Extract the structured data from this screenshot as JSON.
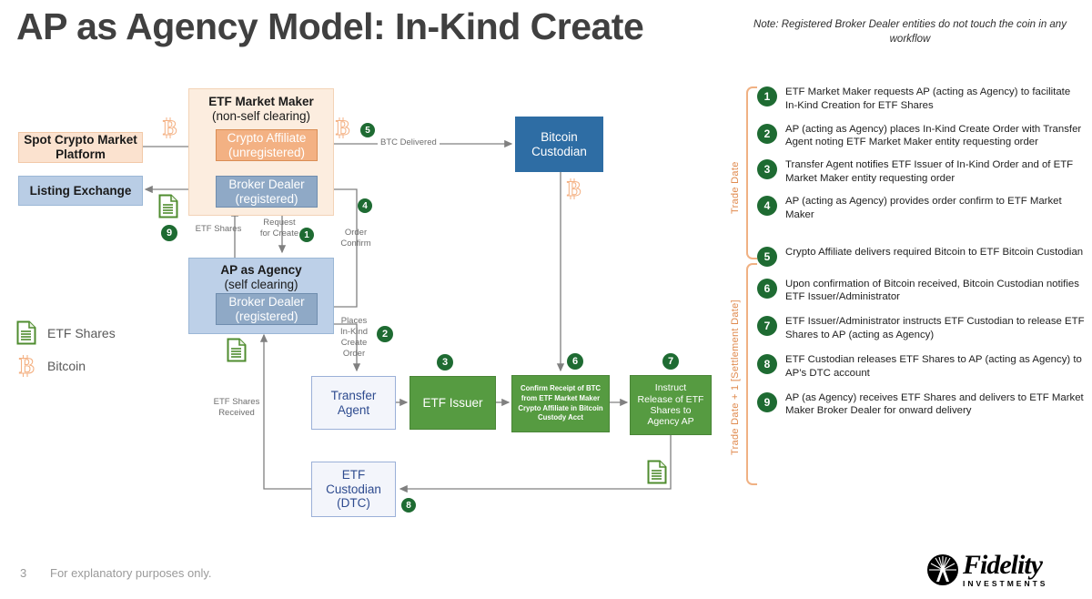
{
  "title": "AP as Agency Model: In-Kind Create",
  "note": "Note: Registered Broker Dealer entities do not touch the coin in any workflow",
  "footer": {
    "page_number": "3",
    "text": "For explanatory purposes only."
  },
  "brand": {
    "name": "Fidelity",
    "tagline": "INVESTMENTS"
  },
  "colors": {
    "green_step": "#1e6b32",
    "green_box": "#569b41",
    "dark_blue": "#2e6da4",
    "peach": "#fbe2cf",
    "blue": "#b9cde5",
    "orange_bracket": "#f0b183",
    "bitcoin_icon": "#f4b183",
    "shares_icon": "#4f8c2f"
  },
  "diagram": {
    "boxes": {
      "spot_crypto": "Spot Crypto Market Platform",
      "listing_exchange": "Listing Exchange",
      "mm_title": "ETF Market Maker",
      "mm_sub": "(non-self clearing)",
      "mm_affiliate_l1": "Crypto Affiliate",
      "mm_affiliate_l2": "(unregistered)",
      "mm_bd_l1": "Broker Dealer",
      "mm_bd_l2": "(registered)",
      "ap_title": "AP as Agency",
      "ap_sub": "(self clearing)",
      "ap_bd_l1": "Broker Dealer",
      "ap_bd_l2": "(registered)",
      "bitcoin_custodian_l1": "Bitcoin",
      "bitcoin_custodian_l2": "Custodian",
      "transfer_agent_l1": "Transfer",
      "transfer_agent_l2": "Agent",
      "etf_issuer": "ETF Issuer",
      "confirm_receipt": "Confirm Receipt of BTC from ETF Market Maker Crypto Affiliate in Bitcoin Custody Acct",
      "instruct_release_l1": "Instruct",
      "instruct_release_l2": "Release of ETF",
      "instruct_release_l3": "Shares to",
      "instruct_release_l4": "Agency AP",
      "etf_custodian_l1": "ETF",
      "etf_custodian_l2": "Custodian",
      "etf_custodian_l3": "(DTC)"
    },
    "edge_labels": {
      "btc_delivered": "BTC Delivered",
      "etf_shares": "ETF Shares",
      "request_for_create_l1": "Request",
      "request_for_create_l2": "for Create",
      "order_confirm_l1": "Order",
      "order_confirm_l2": "Confirm",
      "places_l1": "Places",
      "places_l2": "In-Kind",
      "places_l3": "Create",
      "places_l4": "Order",
      "etf_shares_received_l1": "ETF Shares",
      "etf_shares_received_l2": "Received"
    },
    "markers": [
      "1",
      "2",
      "3",
      "4",
      "5",
      "6",
      "7",
      "8",
      "9"
    ],
    "key": {
      "etf_shares": "ETF Shares",
      "bitcoin": "Bitcoin"
    }
  },
  "legend": {
    "groups": [
      {
        "label": "Trade Date",
        "steps": [
          {
            "num": "1",
            "text": "ETF Market Maker requests AP (acting as Agency) to facilitate In-Kind Creation for ETF Shares"
          },
          {
            "num": "2",
            "text": "AP (acting as Agency) places In-Kind Create Order with Transfer Agent noting ETF Market Maker entity requesting order"
          },
          {
            "num": "3",
            "text": "Transfer Agent notifies ETF Issuer of In-Kind Order and of ETF Market Maker entity requesting order"
          },
          {
            "num": "4",
            "text": "AP (acting as Agency) provides order confirm to ETF Market Maker"
          }
        ]
      },
      {
        "label": "Trade Date + 1 [Settlement Date]",
        "steps": [
          {
            "num": "5",
            "text": "Crypto Affiliate delivers required Bitcoin to ETF Bitcoin Custodian"
          },
          {
            "num": "6",
            "text": "Upon confirmation of Bitcoin received, Bitcoin Custodian notifies ETF Issuer/Administrator"
          },
          {
            "num": "7",
            "text": "ETF Issuer/Administrator instructs ETF Custodian to release ETF Shares to AP (acting as Agency)"
          },
          {
            "num": "8",
            "text": "ETF Custodian releases ETF Shares to AP (acting as Agency) to AP’s DTC account"
          },
          {
            "num": "9",
            "text": "AP (as Agency) receives ETF Shares and delivers to ETF Market Maker Broker Dealer for onward delivery"
          }
        ]
      }
    ]
  }
}
